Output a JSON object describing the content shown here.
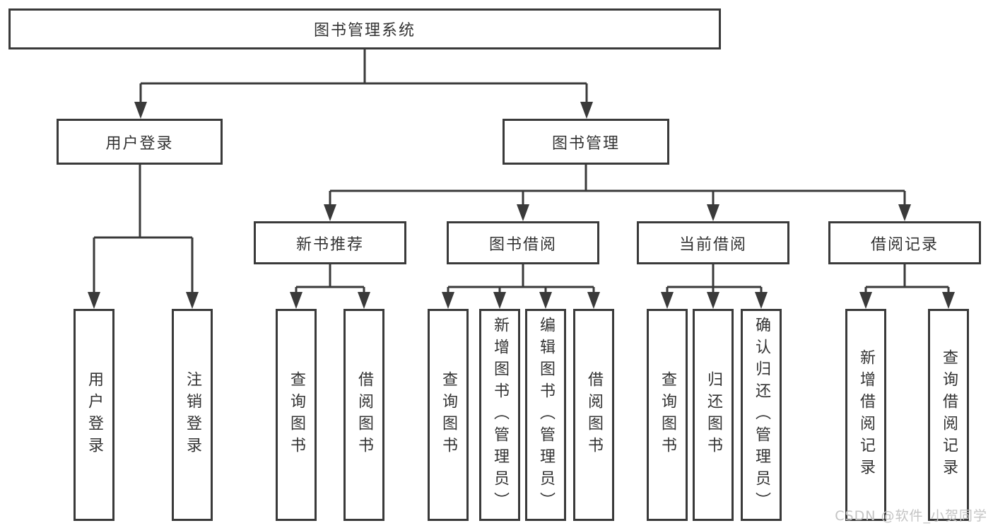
{
  "tree": {
    "root": {
      "label": "图书管理系统"
    },
    "children": [
      {
        "label": "用户登录",
        "children": [
          {
            "label": "用户登录"
          },
          {
            "label": "注销登录"
          }
        ]
      },
      {
        "label": "图书管理",
        "children": [
          {
            "label": "新书推荐",
            "children": [
              {
                "label": "查询图书"
              },
              {
                "label": "借阅图书"
              }
            ]
          },
          {
            "label": "图书借阅",
            "children": [
              {
                "label": "查询图书"
              },
              {
                "label": "新增图书（管理员）"
              },
              {
                "label": "编辑图书（管理员）"
              },
              {
                "label": "借阅图书"
              }
            ]
          },
          {
            "label": "当前借阅",
            "children": [
              {
                "label": "查询图书"
              },
              {
                "label": "归还图书"
              },
              {
                "label": "确认归还（管理员）"
              }
            ]
          },
          {
            "label": "借阅记录",
            "children": [
              {
                "label": "新增借阅记录"
              },
              {
                "label": "查询借阅记录"
              }
            ]
          }
        ]
      }
    ]
  },
  "watermark": {
    "text": "CSDN @软件_小贺同学"
  },
  "colors": {
    "line": "#3a3a3a",
    "box_border": "#3a3a3a",
    "text": "#333333",
    "watermark_text": "#c4c4c4",
    "background": "#ffffff"
  }
}
